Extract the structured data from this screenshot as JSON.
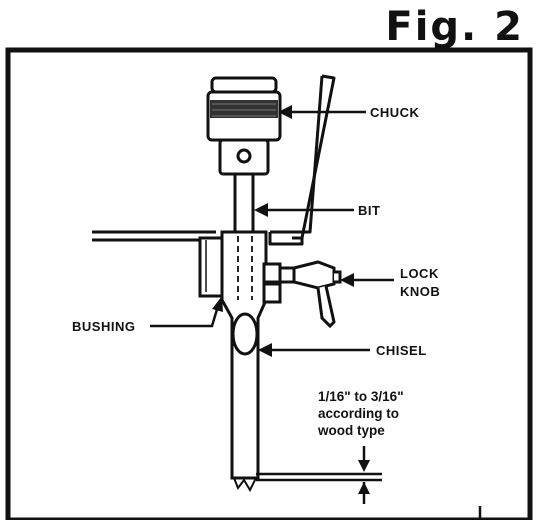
{
  "figure": {
    "title": "Fig. 2"
  },
  "labels": {
    "chuck": "CHUCK",
    "bit": "BIT",
    "lock_knob_line1": "LOCK",
    "lock_knob_line2": "KNOB",
    "bushing": "BUSHING",
    "chisel": "CHISEL",
    "note_line1": "1/16\" to 3/16\"",
    "note_line2": "according to",
    "note_line3": "wood type"
  }
}
